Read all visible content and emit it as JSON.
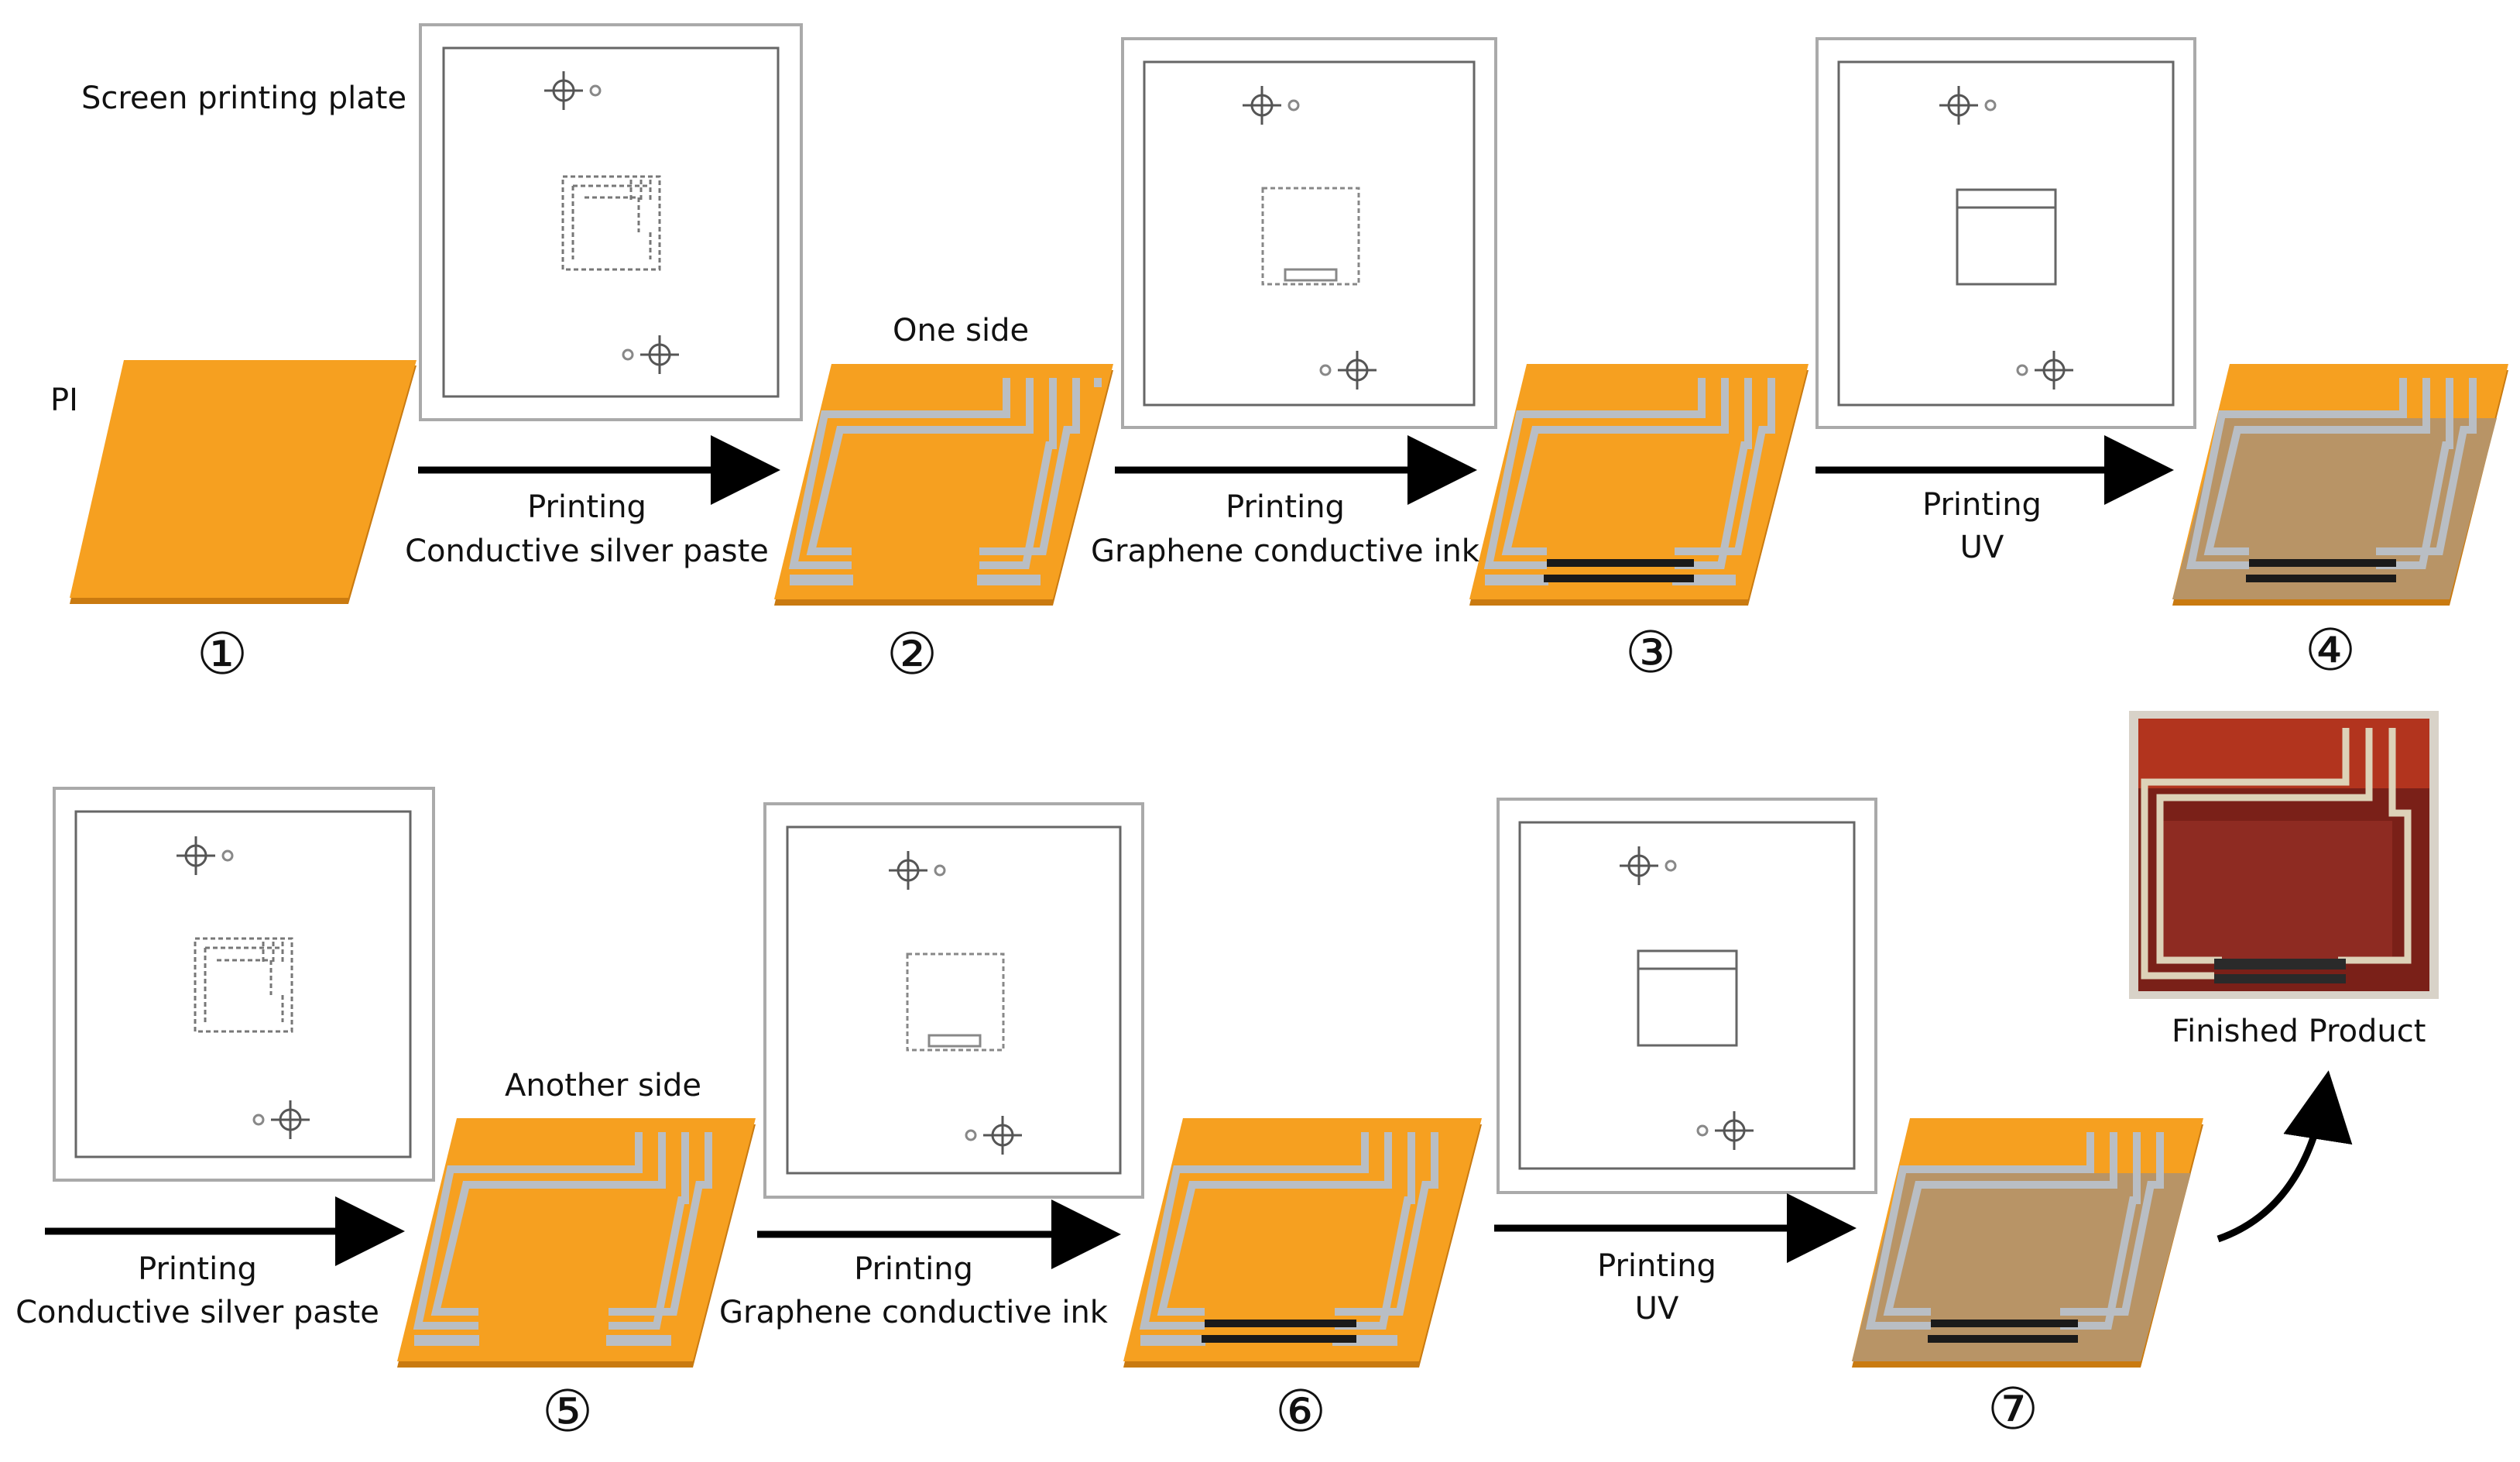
{
  "labels": {
    "screen_plate": "Screen printing plate",
    "pi": "PI",
    "one_side": "One side",
    "another_side": "Another side",
    "finished": "Finished Product"
  },
  "arrows": [
    {
      "line1": "Printing",
      "line2": "Conductive silver paste"
    },
    {
      "line1": "Printing",
      "line2": "Graphene conductive ink"
    },
    {
      "line1": "Printing",
      "line2": "UV"
    },
    {
      "line1": "Printing",
      "line2": "Conductive silver paste"
    },
    {
      "line1": "Printing",
      "line2": "Graphene conductive ink"
    },
    {
      "line1": "Printing",
      "line2": "UV"
    }
  ],
  "steps": [
    "①",
    "②",
    "③",
    "④",
    "⑤",
    "⑥",
    "⑦"
  ],
  "colors": {
    "substrate": "#f6a020",
    "substrate_edge": "#c97a10",
    "uv_coat": "#b89466",
    "silver": "#b9bec4",
    "graphene": "#1a1a1a",
    "product_red": "#8e2b22"
  }
}
